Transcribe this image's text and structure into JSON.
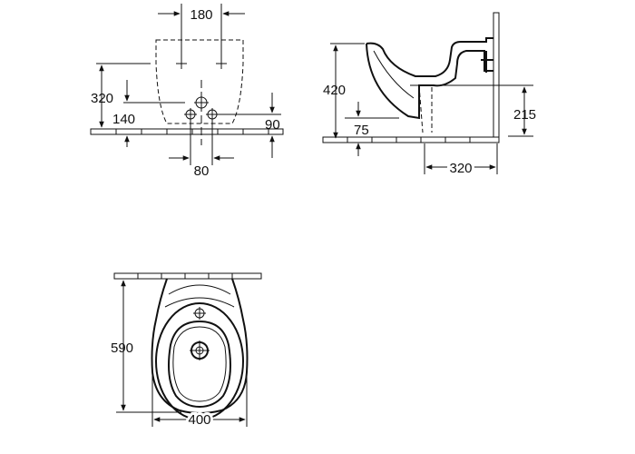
{
  "views": {
    "front": {
      "dims": {
        "width_top": "180",
        "height_left": "320",
        "height_small": "140",
        "height_right": "90",
        "width_bottom": "80"
      }
    },
    "side": {
      "dims": {
        "height_left": "420",
        "height_low": "75",
        "height_right": "215",
        "depth_bottom": "320"
      }
    },
    "top": {
      "dims": {
        "depth_left": "590",
        "width_bottom": "400"
      }
    }
  },
  "colors": {
    "line": "#111111",
    "background": "#ffffff"
  }
}
